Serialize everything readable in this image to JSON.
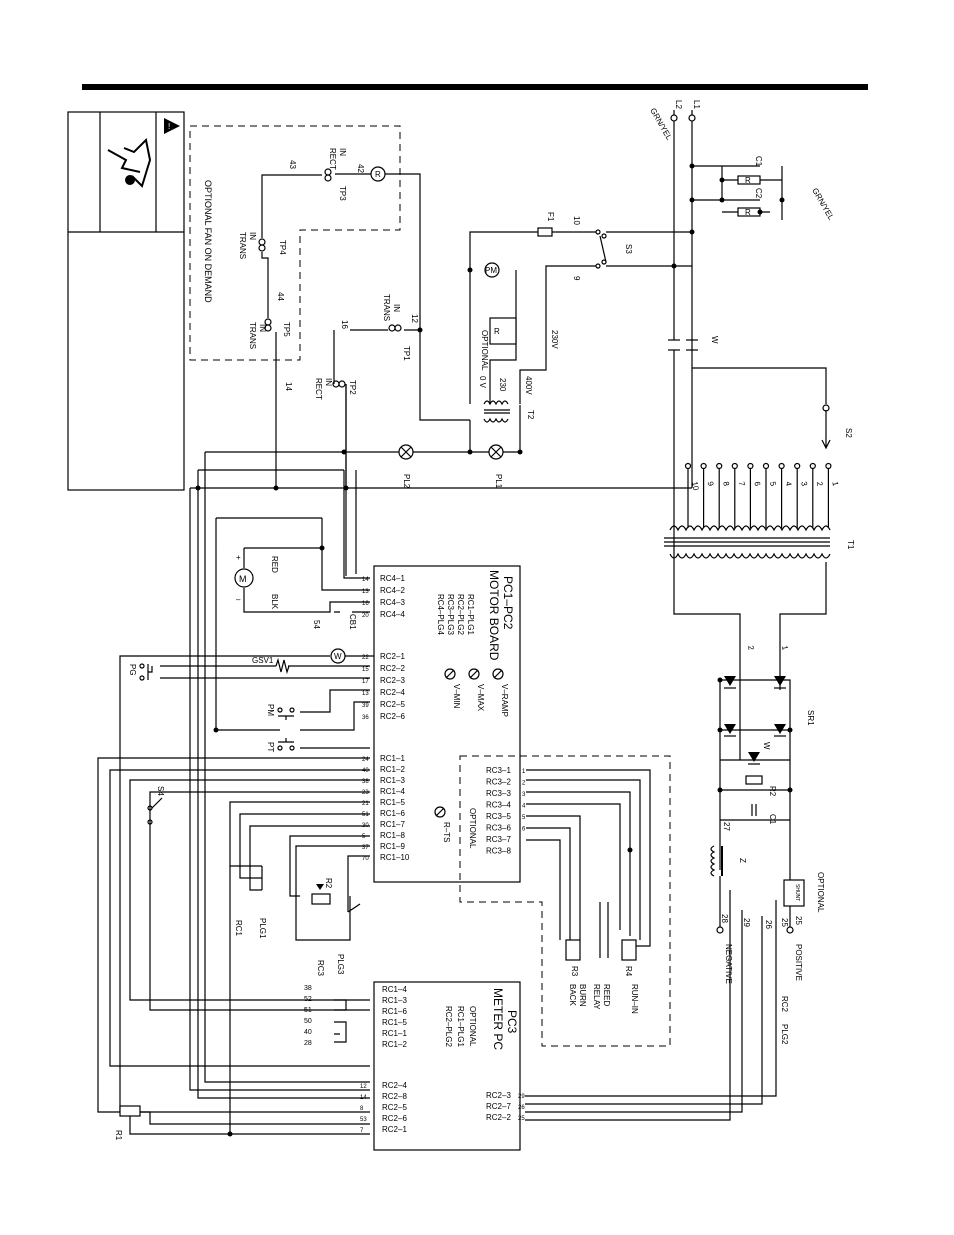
{
  "warning": {
    "icon": "electric-shock-icon",
    "caution_icon": "caution-triangle-icon"
  },
  "optional_fan": {
    "label": "OPTIONAL  FAN  ON  DEMAND",
    "tp3": "TP3",
    "tp3_in": "IN",
    "tp3_sub": "RECT",
    "tp4": "TP4",
    "tp4_in": "IN",
    "tp4_sub": "TRANS",
    "tp5": "TP5",
    "tp5_in": "IN",
    "tp5_sub": "TRANS",
    "relay": "R",
    "wire_42": "42",
    "wire_43": "43",
    "wire_44": "44",
    "wire_14": "14"
  },
  "power": {
    "l1": "L1",
    "l2": "L2",
    "grn_yel_1": "GRN/YEL",
    "grn_yel_2": "GRN/YEL",
    "c1": "C1",
    "c2": "C2",
    "r1": "R",
    "r2": "R",
    "f1": "F1",
    "s3": "S3",
    "w10": "10",
    "w9": "9",
    "pm": "PM",
    "opt_relay_r": "R",
    "optional": "OPTIONAL",
    "v230_a": "230V",
    "v230_b": "230",
    "v400": "400V",
    "ov": "0 V",
    "t2": "T2",
    "w_contactor": "W",
    "s2": "S2",
    "t1": "T1",
    "tp1": "TP1",
    "tp1_in": "IN",
    "tp1_sub": "TRANS",
    "tp2": "TP2",
    "tp2_in": "IN",
    "tp2_sub": "RECT",
    "w12": "12",
    "w16": "16",
    "pl1": "PL1",
    "pl2": "PL2",
    "taps": [
      "10",
      "9",
      "8",
      "7",
      "6",
      "5",
      "4",
      "3",
      "2",
      "1"
    ]
  },
  "motor_board": {
    "title": "PC1–PC2",
    "subtitle": "MOTOR  BOARD",
    "plugs": [
      "RC1–PLG1",
      "RC2–PLG2",
      "RC3–PLG3",
      "RC4–PLG4"
    ],
    "pots": [
      "V–RAMP",
      "V–MAX",
      "V–MIN"
    ],
    "rc4": [
      "RC4–1",
      "RC4–2",
      "RC4–3",
      "RC4–4"
    ],
    "rc4_pins": [
      "14",
      "13",
      "16",
      "20"
    ],
    "rc2": [
      "RC2–1",
      "RC2–2",
      "RC2–3",
      "RC2–4",
      "RC2–5",
      "RC2–6"
    ],
    "rc2_pins": [
      "22",
      "15",
      "17",
      "13",
      "39",
      "36"
    ],
    "rc1": [
      "RC1–1",
      "RC1–2",
      "RC1–3",
      "RC1–4",
      "RC1–5",
      "RC1–6",
      "RC1–7",
      "RC1–8",
      "RC1–9",
      "RC1–10"
    ],
    "rc1_pins": [
      "24",
      "40",
      "38",
      "23",
      "21",
      "51",
      "30",
      "5",
      "37",
      "70"
    ],
    "rts": "R–TS"
  },
  "motor": {
    "label": "M",
    "red": "RED",
    "blk": "BLK",
    "plus": "+",
    "minus": "–",
    "cb1": "CB1",
    "w54": "54"
  },
  "controls": {
    "gsv1": "GSV1",
    "w": "W",
    "pg": "PG",
    "pm": "PM",
    "pt": "PT",
    "s4": "S4",
    "r2": "R2",
    "plg1": "PLG1",
    "rc1": "RC1"
  },
  "optional_rc3": {
    "pins": [
      "RC3–1",
      "RC3–2",
      "RC3–3",
      "RC3–4",
      "RC3–5",
      "RC3–6",
      "RC3–7",
      "RC3–8"
    ],
    "pin_nums": [
      "1",
      "2",
      "3",
      "4",
      "5",
      "6"
    ],
    "optional": "OPTIONAL",
    "r3": "R3",
    "r4": "R4",
    "burn_back": "BURN\nBACK",
    "reed_relay": "REED\nRELAY",
    "run_in": "RUN–IN"
  },
  "rectifier": {
    "sr1": "SR1",
    "w1": "1",
    "w2": "2",
    "r2": "R2",
    "c1": "C1",
    "w27": "27",
    "choke": "Z",
    "w4": "W",
    "optional": "OPTIONAL",
    "shunt": "SHUNT",
    "w25a": "25",
    "w25b": "25",
    "w26": "26",
    "w28": "28",
    "w29": "29",
    "positive": "POSITIVE",
    "negative": "NEGATIVE",
    "rc2": "RC2",
    "plg2": "PLG2"
  },
  "meter_pc": {
    "title": "PC3",
    "subtitle": "METER  PC",
    "optional": "OPTIONAL",
    "plugs": [
      "RC1–PLG1",
      "RC2–PLG2"
    ],
    "rc1": [
      "RC1–4",
      "RC1–3",
      "RC1–6",
      "RC1–5",
      "RC1–1",
      "RC1–2"
    ],
    "rc1_wires": [
      "38",
      "52",
      "51",
      "50",
      "40",
      "28"
    ],
    "plg3": "PLG3",
    "rc3": "RC3",
    "rc2_left": [
      "RC2–4",
      "RC2–8",
      "RC2–5",
      "RC2–6",
      "RC2–1"
    ],
    "rc2_left_pins": [
      "12",
      "14",
      "8",
      "53",
      "7"
    ],
    "rc2_right": [
      "RC2–3",
      "RC2–7",
      "RC2–2"
    ],
    "rc2_right_pins": [
      "29",
      "26",
      "25"
    ],
    "r1": "R1"
  }
}
